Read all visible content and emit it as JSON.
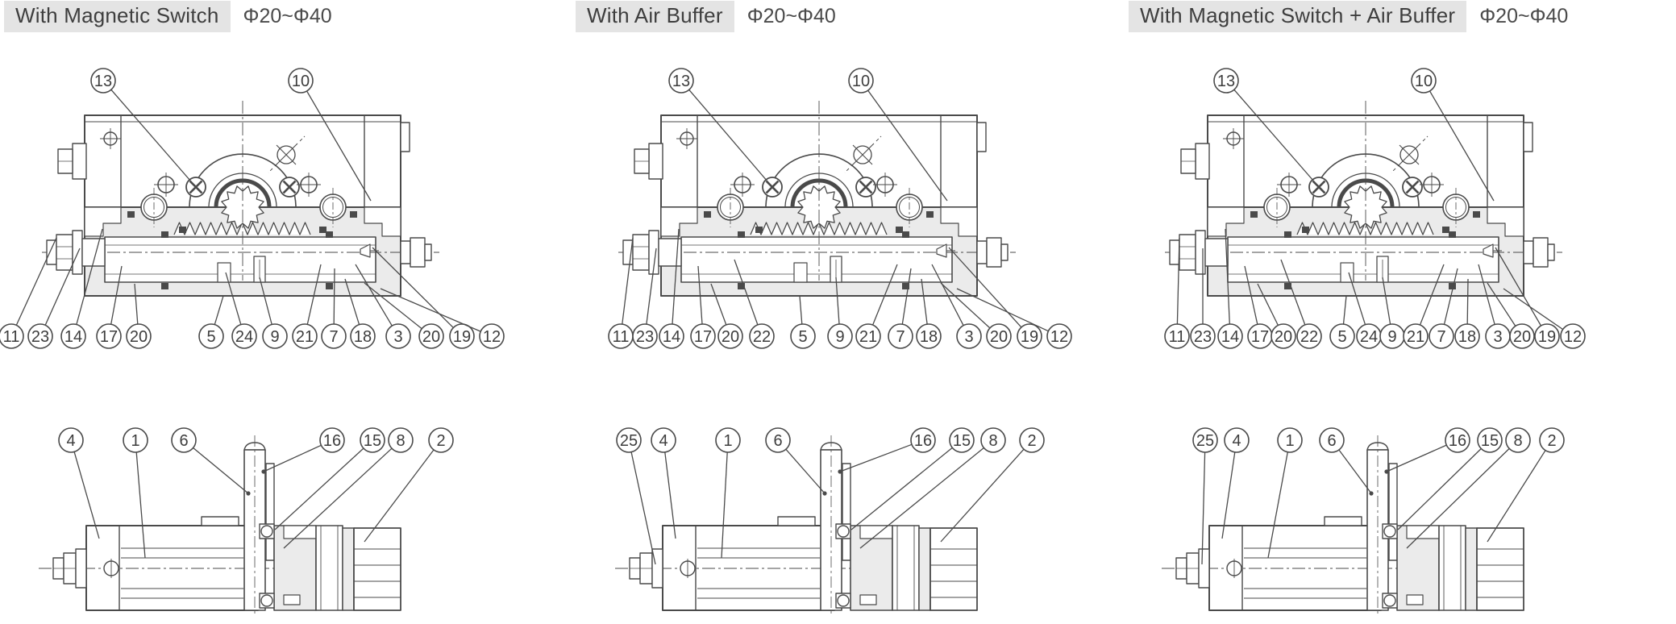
{
  "colors": {
    "line": "#4a4a4a",
    "fill_gray": "#ebebeb",
    "title_bg": "#e4e4e4",
    "text": "#3d3d3d"
  },
  "sections": [
    {
      "id": "with-magnetic-switch",
      "title": "With Magnetic Switch",
      "bore_range": "Φ20~Φ40",
      "top_view": {
        "upper_callouts": [
          "13",
          "10"
        ],
        "lower_callouts": [
          "11",
          "23",
          "14",
          "17",
          "20",
          "5",
          "24",
          "9",
          "21",
          "7",
          "18",
          "3",
          "20",
          "19",
          "12"
        ]
      },
      "side_view": {
        "callouts": [
          "4",
          "1",
          "6",
          "16",
          "15",
          "8",
          "2"
        ]
      }
    },
    {
      "id": "with-air-buffer",
      "title": "With Air Buffer",
      "bore_range": "Φ20~Φ40",
      "top_view": {
        "upper_callouts": [
          "13",
          "10"
        ],
        "lower_callouts": [
          "11",
          "23",
          "14",
          "17",
          "20",
          "22",
          "5",
          "9",
          "21",
          "7",
          "18",
          "3",
          "20",
          "19",
          "12"
        ]
      },
      "side_view": {
        "callouts": [
          "25",
          "4",
          "1",
          "6",
          "16",
          "15",
          "8",
          "2"
        ]
      }
    },
    {
      "id": "with-magnetic-switch-air-buffer",
      "title": "With Magnetic Switch + Air Buffer",
      "bore_range": "Φ20~Φ40",
      "top_view": {
        "upper_callouts": [
          "13",
          "10"
        ],
        "lower_callouts": [
          "11",
          "23",
          "14",
          "17",
          "20",
          "22",
          "5",
          "24",
          "9",
          "21",
          "7",
          "18",
          "3",
          "20",
          "19",
          "12"
        ]
      },
      "side_view": {
        "callouts": [
          "25",
          "4",
          "1",
          "6",
          "16",
          "15",
          "8",
          "2"
        ]
      }
    }
  ]
}
